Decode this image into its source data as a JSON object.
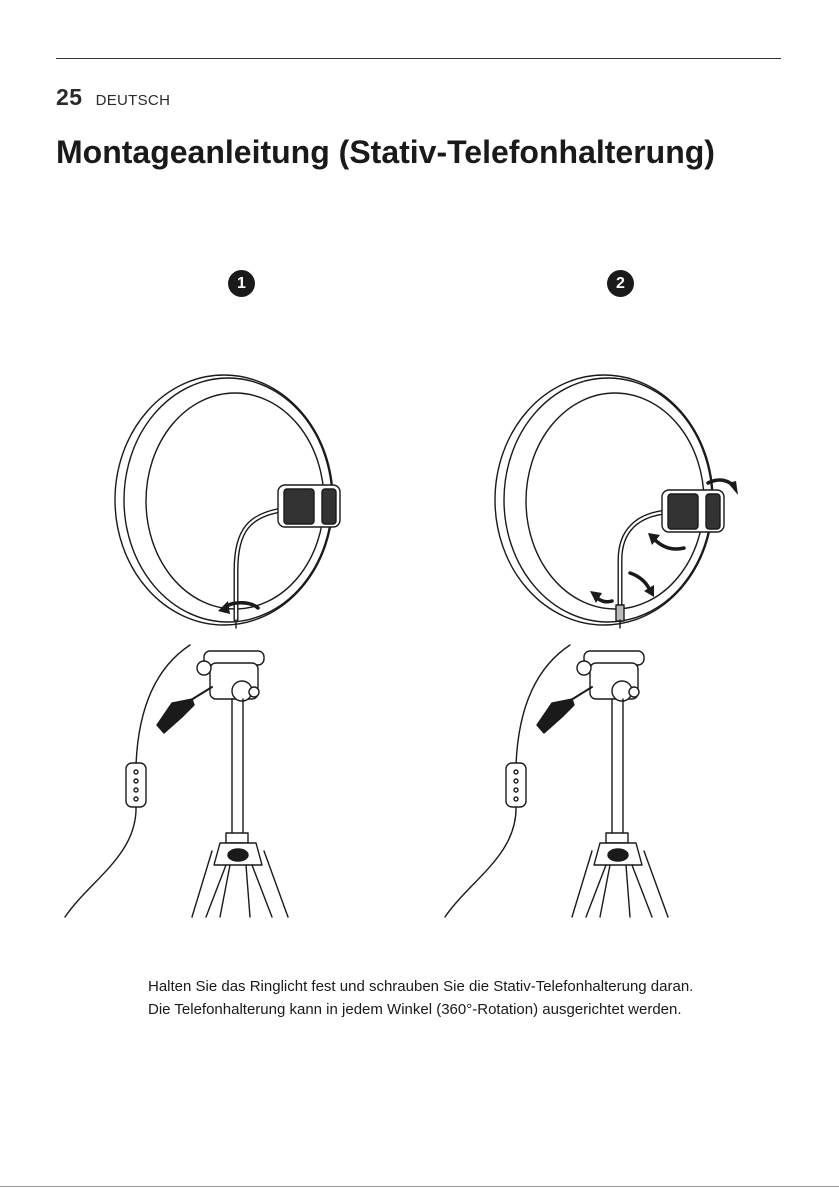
{
  "header": {
    "page_number": "25",
    "language": "DEUTSCH"
  },
  "page_title": "Montageanleitung (Stativ-Telefonhalterung)",
  "steps": [
    {
      "number": "1"
    },
    {
      "number": "2"
    }
  ],
  "description": "Halten Sie das Ringlicht fest und schrauben Sie die Stativ-Telefonhalterung daran. Die Telefonhalterung kann in jedem Winkel (360°-Rotation) ausgerichtet werden."
}
